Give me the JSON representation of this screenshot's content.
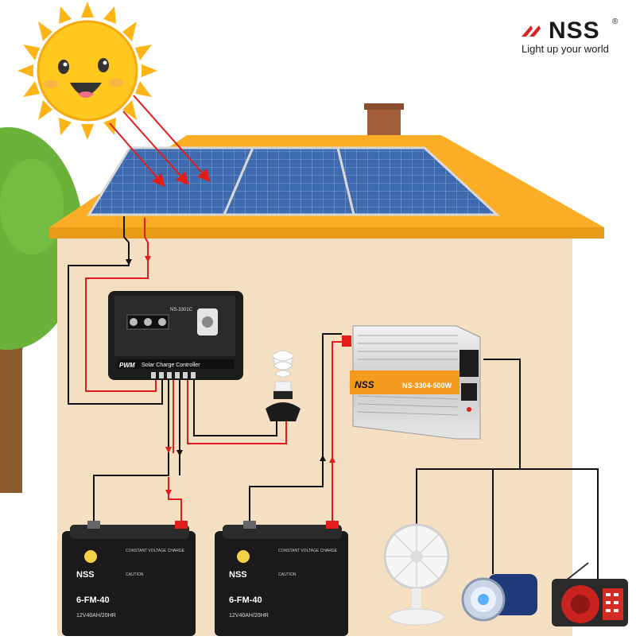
{
  "brand": {
    "name": "NSS",
    "registered": "®",
    "tagline": "Light up your world"
  },
  "controller": {
    "model": "NS-3301C",
    "type_label": "PWM",
    "title": "Solar Charge Controller"
  },
  "inverter": {
    "brand": "NSS",
    "model": "NS-3304-500W"
  },
  "batteries": [
    {
      "brand": "NSS",
      "model": "6-FM-40",
      "spec": "12V40AH/20HR",
      "notice": "CONSTANT VOLTAGE CHARGE",
      "caution": "CAUTION"
    },
    {
      "brand": "NSS",
      "model": "6-FM-40",
      "spec": "12V40AH/20HR",
      "notice": "CONSTANT VOLTAGE CHARGE",
      "caution": "CAUTION"
    }
  ],
  "colors": {
    "sky": "#ffffff",
    "wall": "#f5dfc2",
    "roof": "#fbae25",
    "panel": "#3a63a8",
    "wire_positive": "#e21b1b",
    "wire_negative": "#111111",
    "sun": "#ffc21a",
    "tree": "#6ab23a"
  },
  "icons": [
    "sun-icon",
    "solar-panel-icon",
    "lamp-icon",
    "fan-icon",
    "flashlight-icon",
    "radio-icon"
  ]
}
